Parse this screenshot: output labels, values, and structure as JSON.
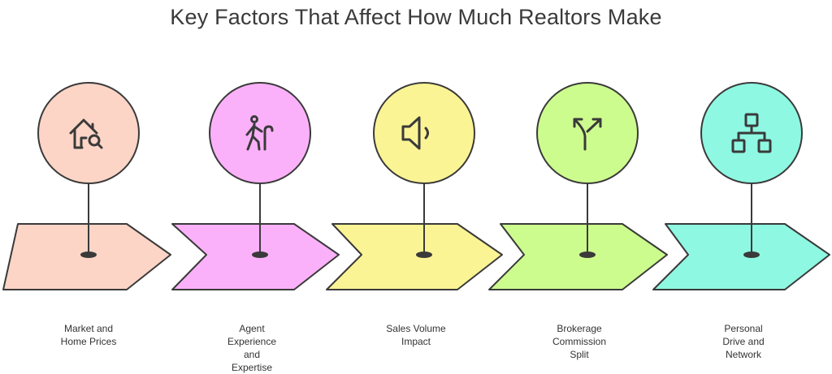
{
  "title": "Key Factors That Affect How Much Realtors Make",
  "steps": [
    {
      "label": [
        "Market and",
        "Home Prices"
      ],
      "icon": "house-search-icon",
      "color": "#fcd5c7"
    },
    {
      "label": [
        "Agent",
        "Experience",
        "and",
        "Expertise"
      ],
      "icon": "person-walking-cane-icon",
      "color": "#fbb1f9"
    },
    {
      "label": [
        "Sales Volume",
        "Impact"
      ],
      "icon": "speaker-volume-icon",
      "color": "#fbf495"
    },
    {
      "label": [
        "Brokerage",
        "Commission",
        "Split"
      ],
      "icon": "split-arrows-icon",
      "color": "#cdfc8e"
    },
    {
      "label": [
        "Personal",
        "Drive and",
        "Network"
      ],
      "icon": "hierarchy-network-icon",
      "color": "#8ff8e2"
    }
  ],
  "colors": {
    "stroke": "#3a3a3a",
    "text": "#333333"
  }
}
